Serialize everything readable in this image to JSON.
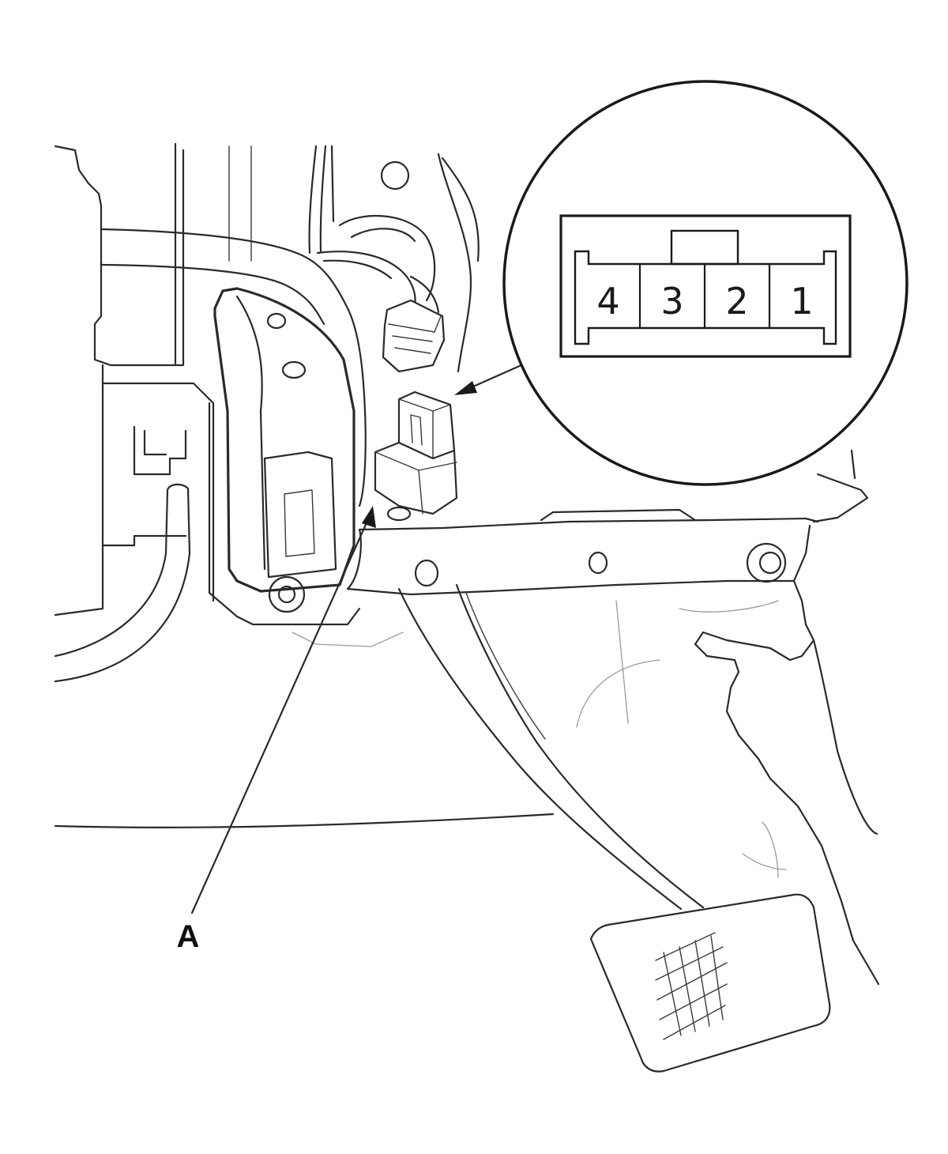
{
  "callout": {
    "label": "A"
  },
  "connector_terminals": [
    "4",
    "3",
    "2",
    "1"
  ],
  "colors": {
    "line": "#2a2a2a",
    "background": "#ffffff"
  }
}
